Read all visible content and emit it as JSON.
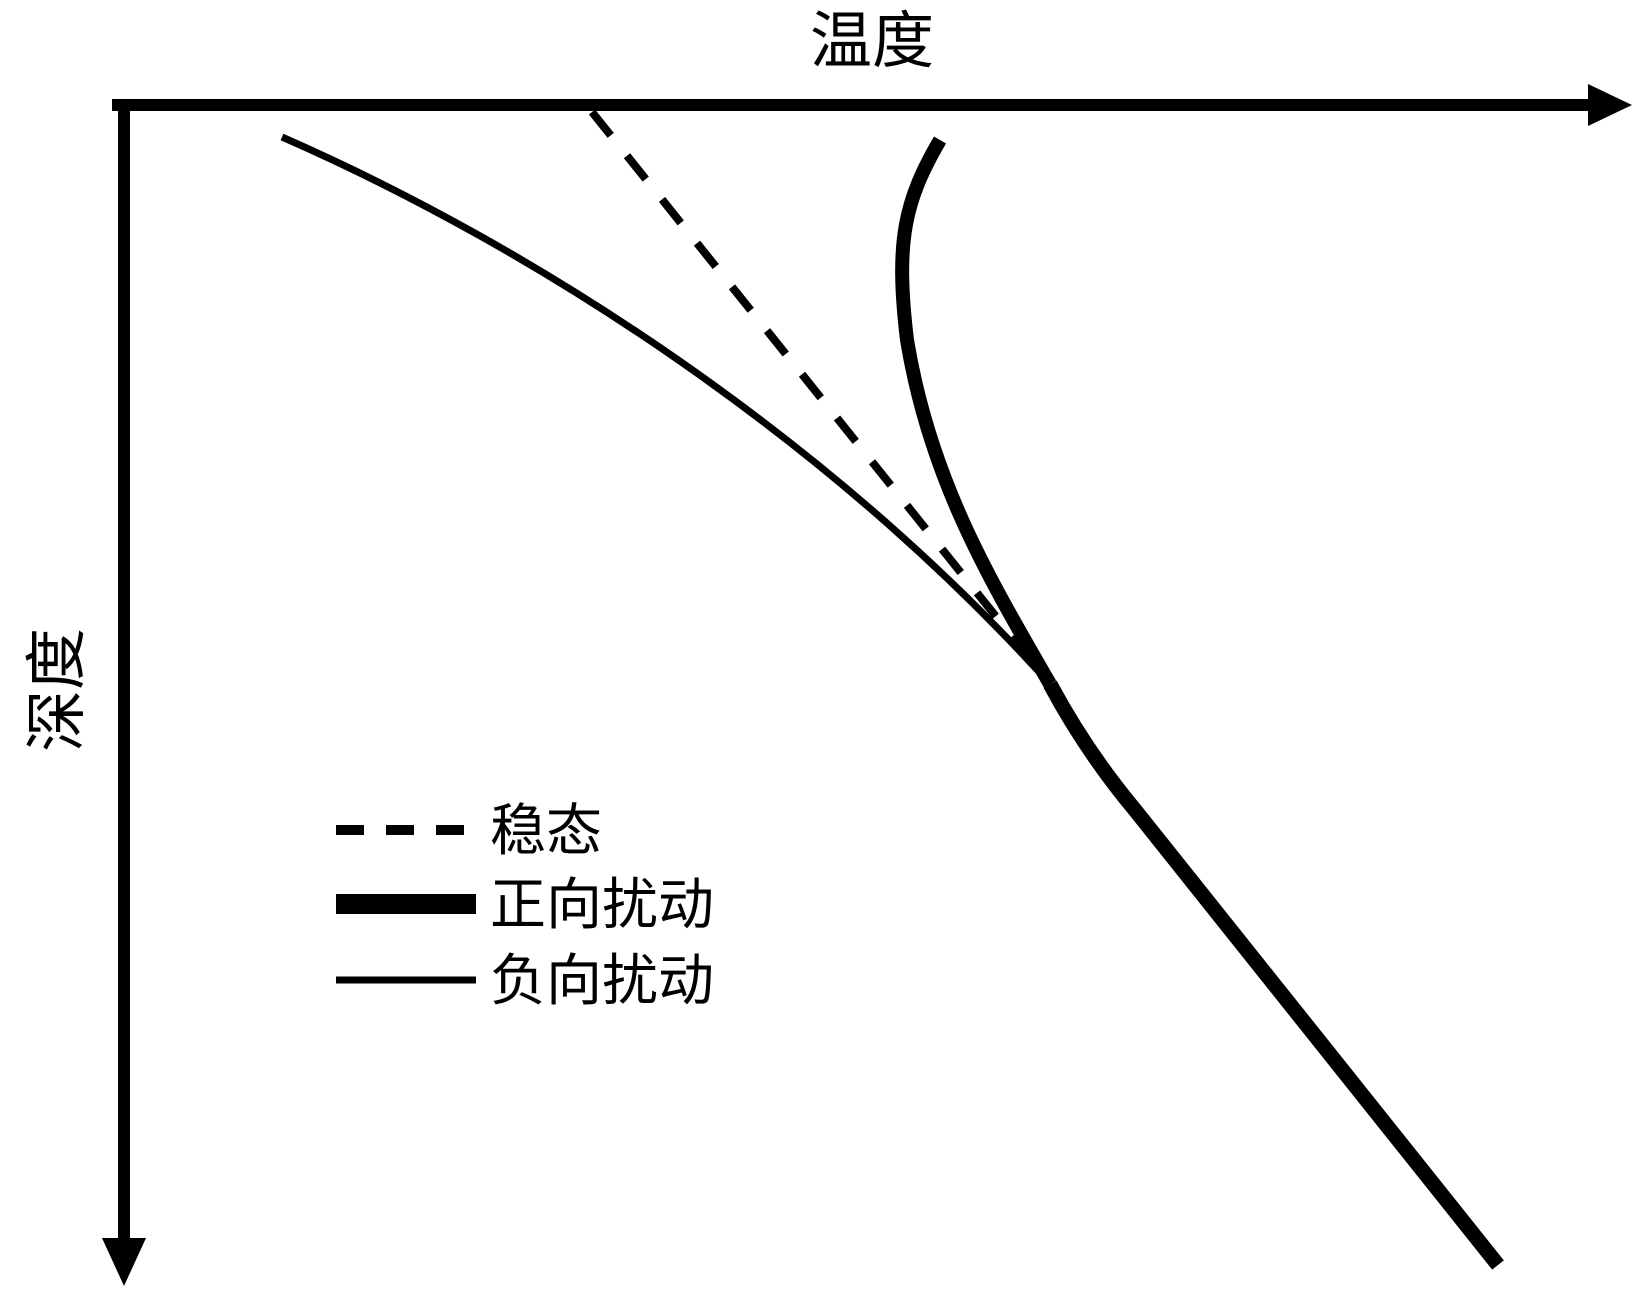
{
  "axes": {
    "x_label": "温度",
    "y_label": "深度"
  },
  "legend": {
    "steady": "稳态",
    "positive": "正向扰动",
    "negative": "负向扰动"
  },
  "colors": {
    "stroke": "#000000",
    "background": "#ffffff"
  }
}
